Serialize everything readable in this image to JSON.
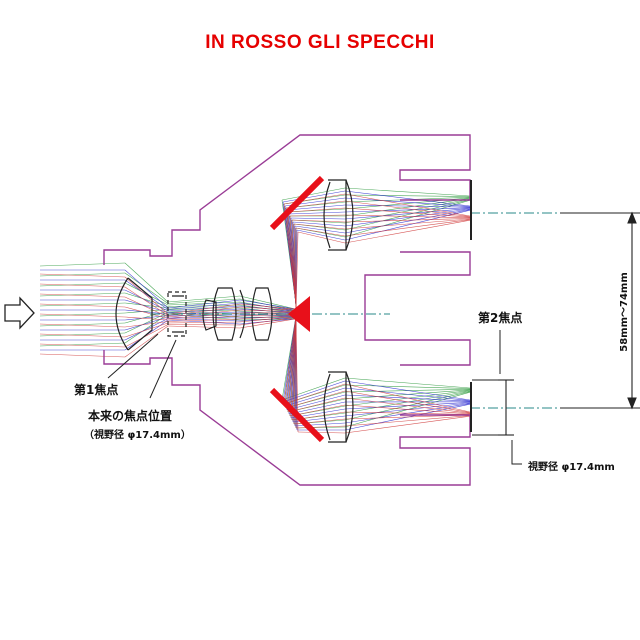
{
  "header": {
    "title": "IN ROSSO GLI SPECCHI"
  },
  "labels": {
    "first_focus": "第1焦点",
    "original_focus_position": "本来の焦点位置",
    "field_diameter_first": "（視野径 φ17.4mm）",
    "second_focus": "第2焦点",
    "field_diameter_second": "視野径 φ17.4mm",
    "eye_spacing": "58mm〜74mm"
  },
  "colors": {
    "title": "#e60000",
    "mirror": "#e8101a",
    "housing": "#9a3c96",
    "ray_red": "#d03a3a",
    "ray_green": "#2e9a3e",
    "ray_blue": "#2a2ad0",
    "axis": "#2a8a8a",
    "lens": "#222222"
  }
}
